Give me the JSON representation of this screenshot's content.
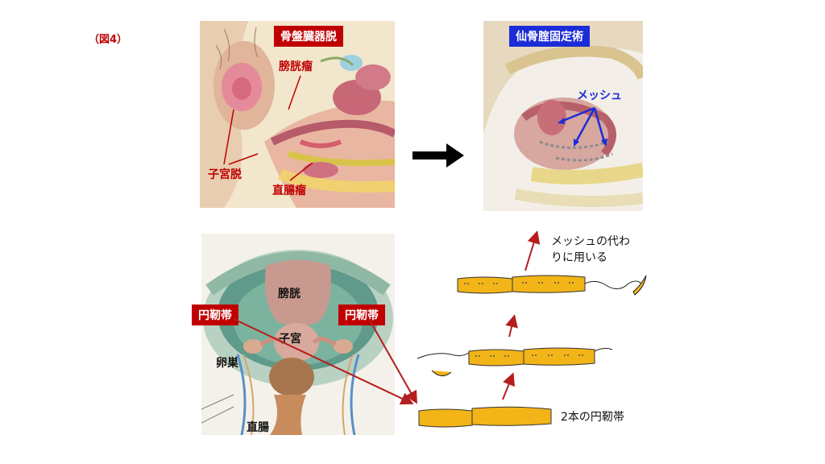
{
  "figure_label": "（図4）",
  "top_left": {
    "title": "骨盤臓器脱",
    "labels": {
      "bladder_hernia": "膀胱瘤",
      "uterine_prolapse": "子宮脱",
      "rectocele": "直腸瘤"
    }
  },
  "top_right": {
    "title": "仙骨腟固定術",
    "labels": {
      "mesh": "メッシュ"
    }
  },
  "bottom_left": {
    "labels": {
      "bladder": "膀胱",
      "uterus": "子宮",
      "ovary": "卵巣",
      "rectum": "直腸"
    },
    "tags": [
      "円靭帯",
      "円靭帯"
    ]
  },
  "bottom_right": {
    "note_line1": "メッシュの代わ",
    "note_line2": "りに用いる",
    "band_caption": "2本の円靭帯"
  },
  "colors": {
    "title_red": "#c00000",
    "title_blue": "#1c2cd8",
    "band_yellow": "#f2b416",
    "arrow_red": "#b51e1e"
  }
}
